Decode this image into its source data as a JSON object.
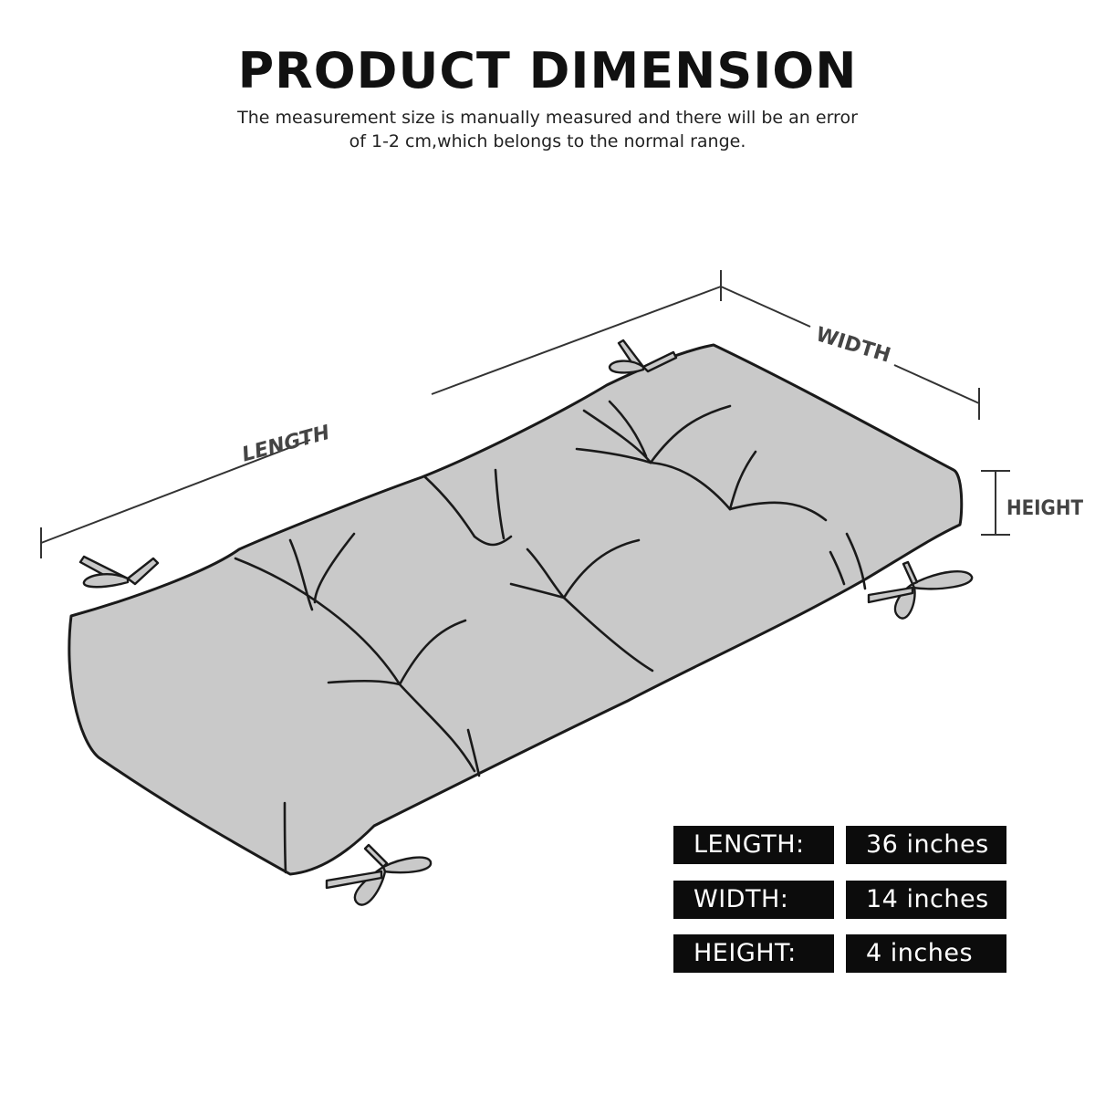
{
  "header": {
    "title": "PRODUCT DIMENSION",
    "subtitle_line1": "The measurement size is manually measured and there will be an error",
    "subtitle_line2": "of 1-2 cm,which belongs to the normal range."
  },
  "dimension_labels": {
    "length": "LENGTH",
    "width": "WIDTH",
    "height": "HEIGHT"
  },
  "specs": [
    {
      "label": "LENGTH:",
      "value": "36 inches"
    },
    {
      "label": "WIDTH:",
      "value": "14 inches"
    },
    {
      "label": "HEIGHT:",
      "value": "4 inches"
    }
  ],
  "colors": {
    "cushion_fill": "#c9c9c9",
    "outline": "#1a1a1a",
    "tag_background": "#0c0c0c",
    "tag_text": "#ffffff"
  }
}
